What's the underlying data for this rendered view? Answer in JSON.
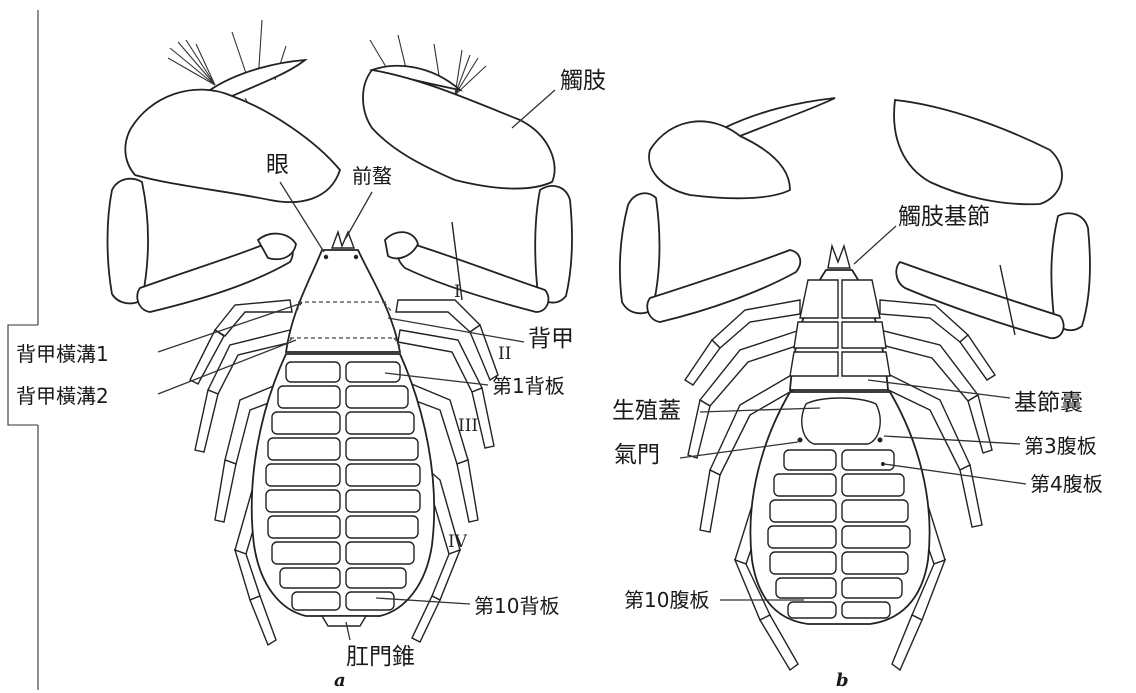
{
  "panel_a": {
    "panel_label": "a",
    "labels": {
      "pedipalp": "觸肢",
      "eye": "眼",
      "chelicera": "前螯",
      "carapace": "背甲",
      "carapace_groove_1": "背甲橫溝1",
      "carapace_groove_2": "背甲橫溝2",
      "tergite_1": "第1背板",
      "tergite_10": "第10背板",
      "anal_cone": "肛門錐"
    },
    "leg_numerals": [
      "I",
      "II",
      "III",
      "IV"
    ]
  },
  "panel_b": {
    "panel_label": "b",
    "labels": {
      "pedipalp_coxa": "觸肢基節",
      "genital_operculum": "生殖蓋",
      "coxal_sac": "基節囊",
      "spiracle": "氣門",
      "sternite_3": "第3腹板",
      "sternite_4": "第4腹板",
      "sternite_10": "第10腹板"
    }
  }
}
